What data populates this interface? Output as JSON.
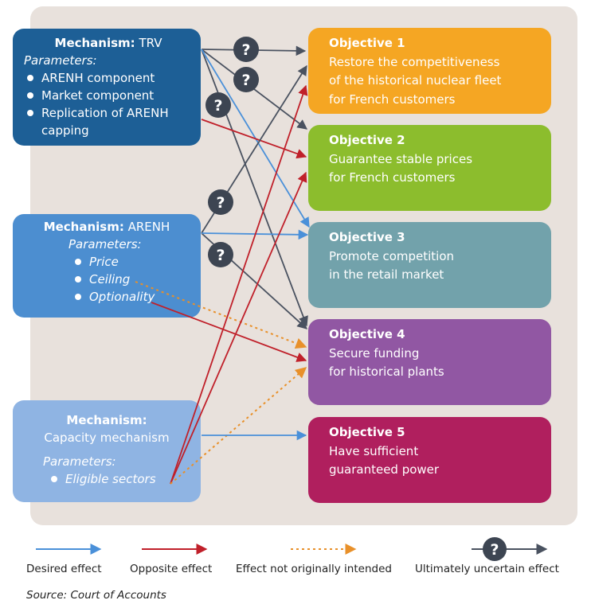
{
  "mechanisms": {
    "trv": {
      "title_bold": "Mechanism:",
      "title_rest": " TRV",
      "params_label": "Parameters:",
      "params": [
        "ARENH component",
        "Market component",
        "Replication of ARENH capping"
      ]
    },
    "arenh": {
      "title_bold": "Mechanism:",
      "title_rest": " ARENH",
      "params_label": "Parameters:",
      "params": [
        "Price",
        "Ceiling",
        "Optionality"
      ]
    },
    "capacity": {
      "title_bold": "Mechanism:",
      "title_line2": "Capacity mechanism",
      "params_label": "Parameters:",
      "params": [
        "Eligible sectors"
      ]
    }
  },
  "objectives": [
    {
      "title": "Objective 1",
      "text": [
        "Restore the competitiveness",
        "of the historical nuclear fleet",
        "for French customers"
      ],
      "color": "#f5a623"
    },
    {
      "title": "Objective 2",
      "text": [
        "Guarantee stable prices",
        "for French customers"
      ],
      "color": "#8cbd2d"
    },
    {
      "title": "Objective 3",
      "text": [
        "Promote competition",
        "in the retail market"
      ],
      "color": "#72a2ab"
    },
    {
      "title": "Objective 4",
      "text": [
        "Secure funding",
        "for historical plants"
      ],
      "color": "#9157a3"
    },
    {
      "title": "Objective 5",
      "text": [
        "Have sufficient",
        "guaranteed power"
      ],
      "color": "#b01f5e"
    }
  ],
  "effect_colors": {
    "desired": "#4a90d9",
    "opposite": "#c0202a",
    "unintended": "#e8902a",
    "uncertain": "#4a5260"
  },
  "question_mark": "?",
  "legend": {
    "desired": "Desired effect",
    "opposite": "Opposite effect",
    "unintended": "Effect not originally intended",
    "uncertain": "Ultimately uncertain effect"
  },
  "source": "Source: Court of Accounts"
}
